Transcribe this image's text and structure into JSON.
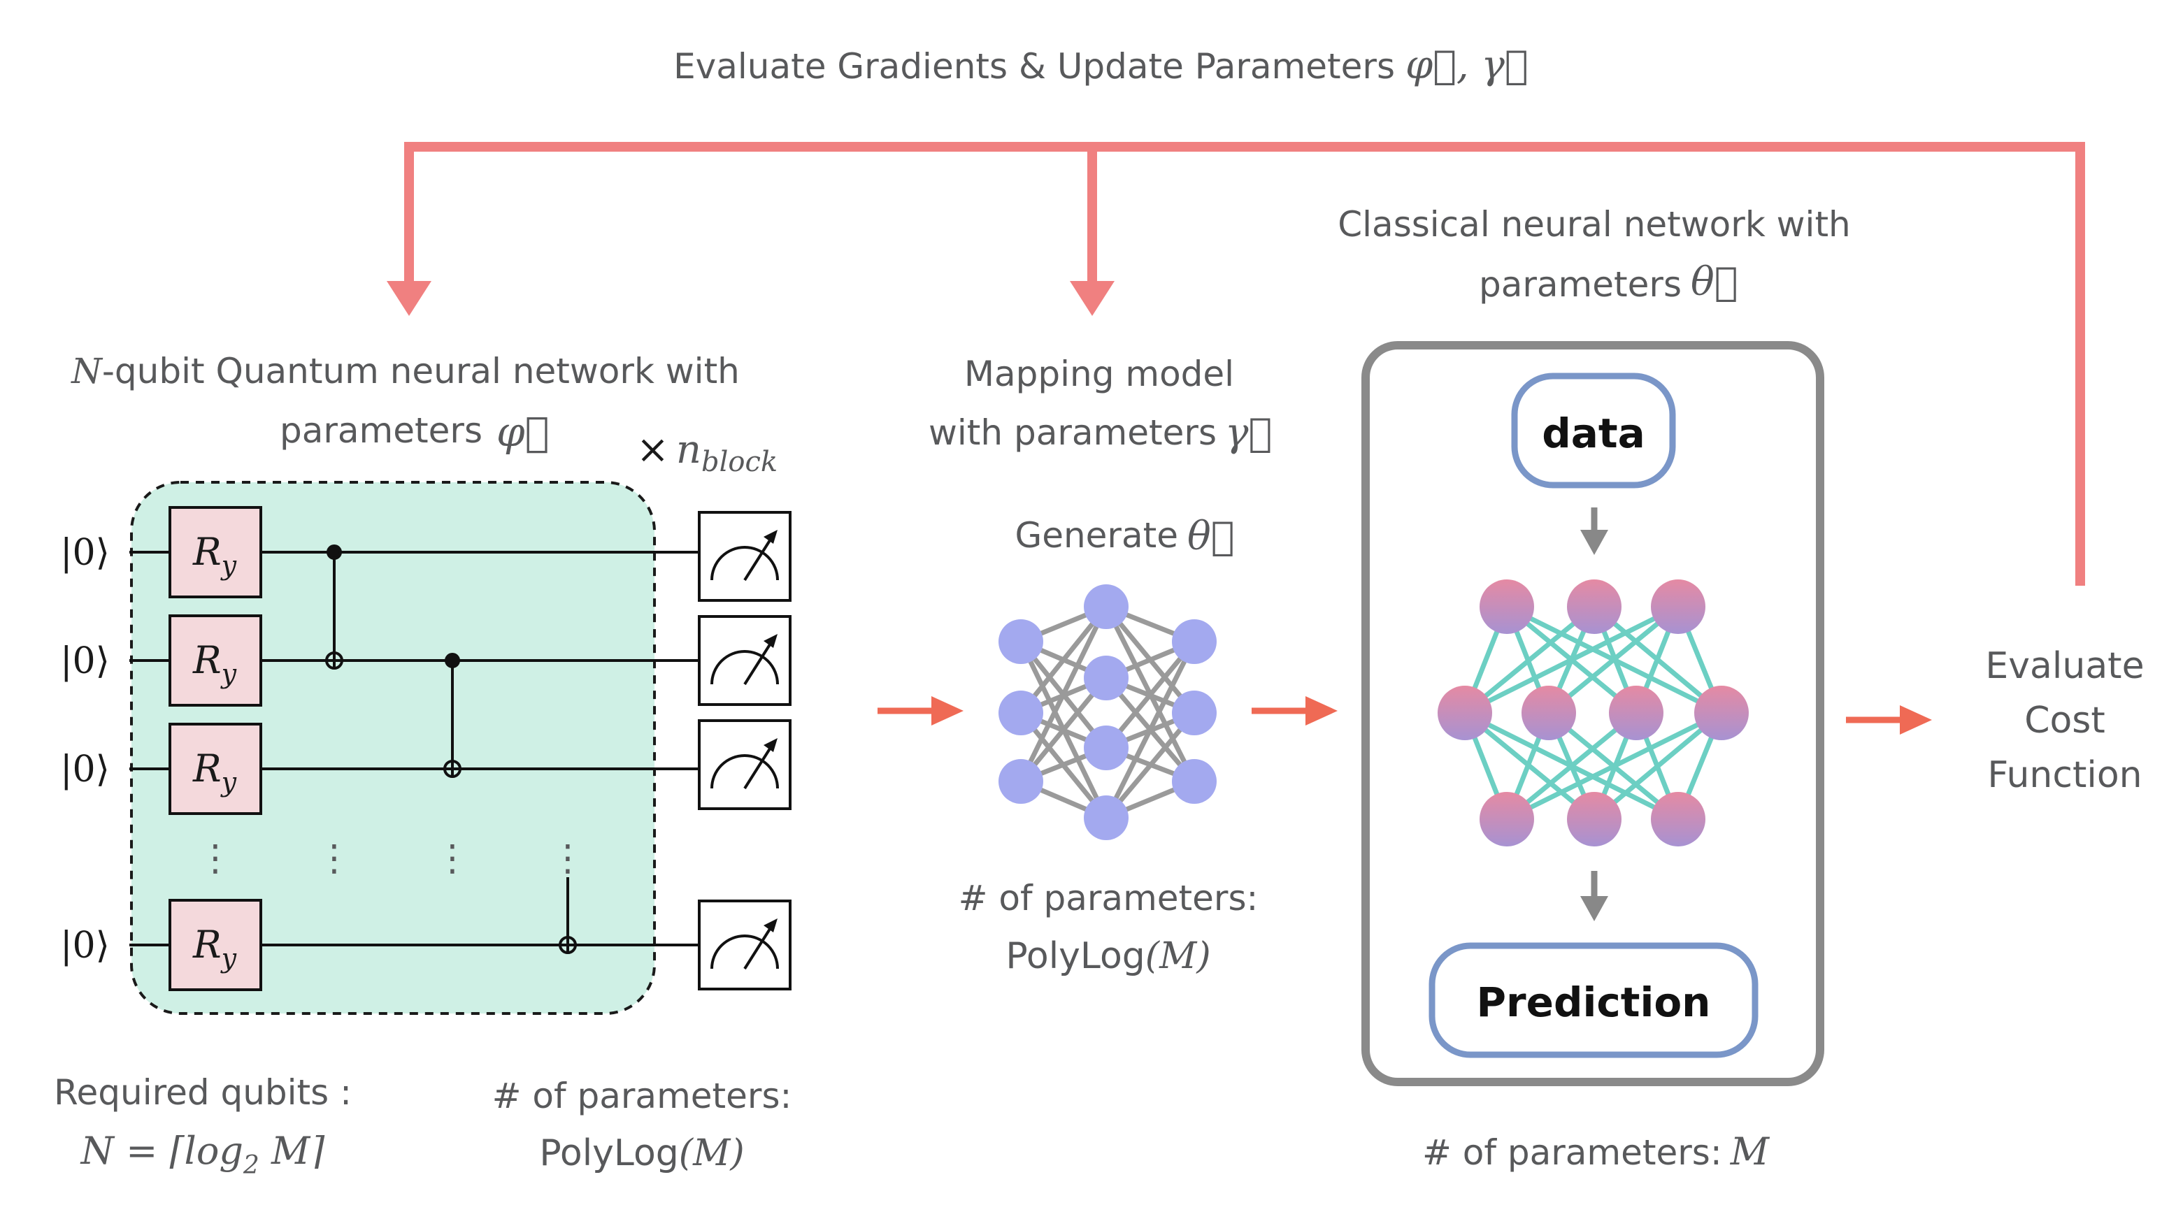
{
  "colors": {
    "feedback_arrow": "#f08080",
    "flow_arrow": "#ef6a55",
    "qnn_region": "#cff0e5",
    "gate_fill": "#f4d9dc",
    "mapping_node": "#a3a9ef",
    "mapping_edge": "#9a9a9a",
    "classical_edge": "#6ccfc3",
    "classical_node_top": "#e18aa4",
    "classical_node_bottom": "#a790cf",
    "box_border": "#8a8a8a",
    "pill_border": "#7a96c8"
  },
  "feedback": {
    "label": "Evaluate Gradients & Update Parameters",
    "label_math": "φ⃗, γ⃗"
  },
  "qnn": {
    "title_line1_math": "N",
    "title_line1": "-qubit Quantum neural network with",
    "title_line2": "parameters",
    "title_line2_math": "φ⃗",
    "repeat_times": "×",
    "repeat_var": "n",
    "repeat_sub": "block",
    "ket": "|0⟩",
    "gate_main": "R",
    "gate_sub": "y",
    "dots": "⋮",
    "required_label": "Required qubits :",
    "required_formula": "N = ⌈log",
    "required_formula_sub": "2",
    "required_formula_end": " M⌉",
    "params_label": "# of parameters:",
    "params_value": "PolyLog",
    "params_value_math": "(M)"
  },
  "mapping": {
    "title_line1": "Mapping model",
    "title_line2": "with parameters",
    "title_line2_math": "γ⃗",
    "generate": "Generate",
    "generate_math": "θ⃗",
    "params_label": "# of parameters:",
    "params_value": "PolyLog",
    "params_value_math": "(M)"
  },
  "classical": {
    "title_line1": "Classical neural network with",
    "title_line2": "parameters",
    "title_line2_math": "θ⃗",
    "data_label": "data",
    "prediction_label": "Prediction",
    "params_label": "# of parameters:",
    "params_value_math": "M"
  },
  "cost": {
    "line1": "Evaluate",
    "line2": "Cost",
    "line3": "Function"
  }
}
